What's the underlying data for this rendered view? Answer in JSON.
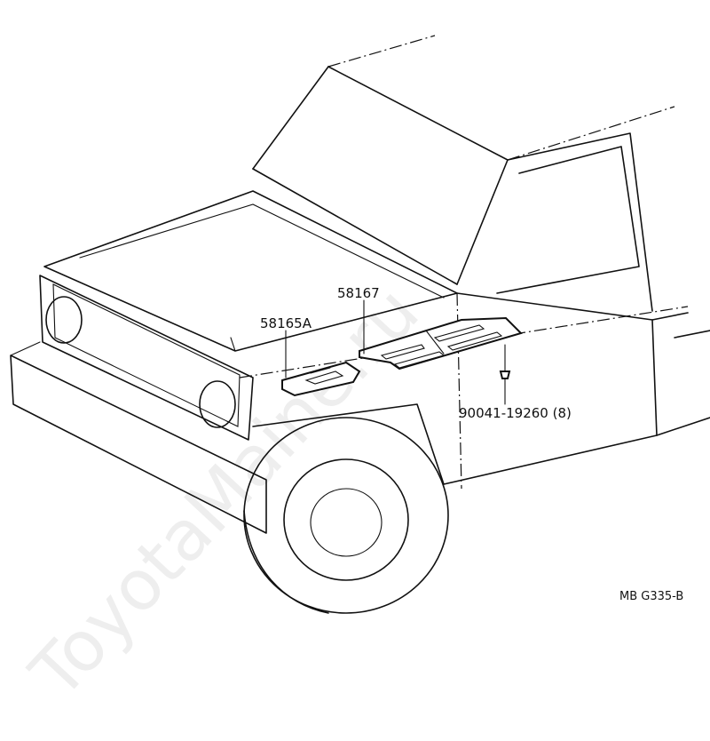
{
  "diagram": {
    "parts": [
      {
        "id": "hood-side-plate",
        "number": "58165A"
      },
      {
        "id": "cowl-step-plate",
        "number": "58167"
      },
      {
        "id": "clip",
        "number": "90041-19260 (8)"
      }
    ],
    "figure_code": "MB G335-B",
    "watermark": "ToyotaMaine.ru",
    "colors": {
      "line": "#111111",
      "background": "#ffffff",
      "watermark": "#cfcfcf"
    }
  }
}
